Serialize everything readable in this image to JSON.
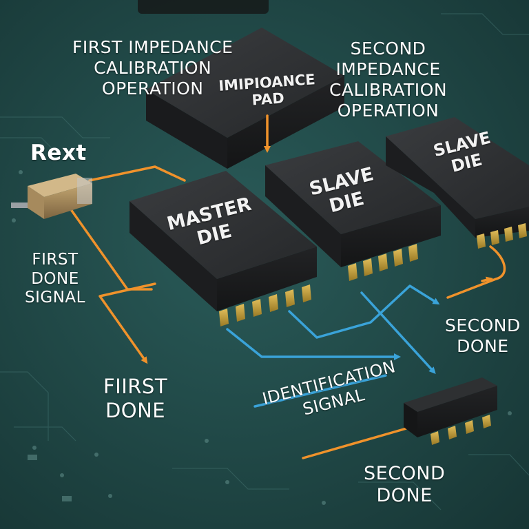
{
  "colors": {
    "board": "#1f4a49",
    "board_dark": "#173a39",
    "chip_top": "#2f3133",
    "chip_side": "#1f2022",
    "chip_edge": "#3d4043",
    "pin": "#c9a13b",
    "orange": "#f0922b",
    "blue": "#3aa3d9",
    "resistor": "#a7895a"
  },
  "labels": {
    "first_op": [
      "FIRST IMPEDANCE",
      "CALIBRATION",
      "OPERATION"
    ],
    "second_op": [
      "SECOND",
      "IMPEDANCE",
      "CALIBRATION",
      "OPERATION"
    ],
    "impedance_pad": [
      "IMIPIOANCE",
      "PAD"
    ],
    "rext": "Rext",
    "first_done_signal": [
      "FIRST",
      "DONE",
      "SIGNAL"
    ],
    "fiirst_done": [
      "FIIRST",
      "DONE"
    ],
    "second_done_right": [
      "SECOND",
      "DONE"
    ],
    "identification_signal": [
      "IDENTIFICATION",
      "SIGNAL"
    ],
    "second_done_bottom": [
      "SECOND",
      "DONE"
    ]
  },
  "chips": {
    "master": [
      "MASTER",
      "DIE"
    ],
    "slave1": [
      "SLAVE",
      "DIE"
    ],
    "slave2": [
      "SLAVE",
      "DIE"
    ]
  }
}
